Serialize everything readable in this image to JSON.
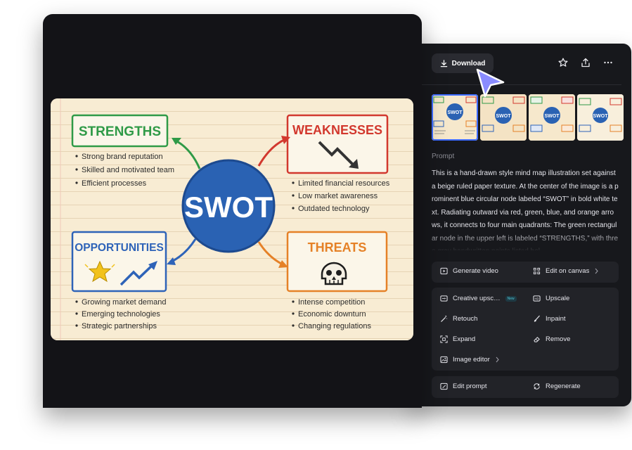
{
  "toolbar": {
    "download_label": "Download",
    "download_icon": "download-icon",
    "icons": [
      "star-icon",
      "share-icon",
      "more-icon"
    ]
  },
  "prompt": {
    "label": "Prompt",
    "text": "This is a hand-drawn style mind map illustration set against a beige ruled paper texture. At the center of the image is a prominent blue circular node labeled “SWOT” in bold white text. Radiating outward via red, green, blue, and orange arrows, it connects to four main quadrants: The green rectangular node in the upper left is labeled “STRENGTHS,” with three gray handwritten points listed bel"
  },
  "actions": {
    "generate_video": "Generate video",
    "edit_on_canvas": "Edit on canvas",
    "creative_upscale": "Creative upsc…",
    "new_badge": "New",
    "upscale": "Upscale",
    "retouch": "Retouch",
    "inpaint": "Inpaint",
    "expand": "Expand",
    "remove": "Remove",
    "image_editor": "Image editor",
    "edit_prompt": "Edit prompt",
    "regenerate": "Regenerate"
  },
  "swot": {
    "center": "SWOT",
    "strengths": {
      "title": "STRENGTHS",
      "items": [
        "Strong brand reputation",
        "Skilled and motivated team",
        "Efficient processes"
      ]
    },
    "weaknesses": {
      "title": "WEAKNESSES",
      "items": [
        "Limited financial resources",
        "Low market awareness",
        "Outdated technology"
      ]
    },
    "opportunities": {
      "title": "OPPORTUNITIES",
      "items": [
        "Growing market demand",
        "Emerging technologies",
        "Strategic partnerships"
      ]
    },
    "threats": {
      "title": "THREATS",
      "items": [
        "Intense competition",
        "Economic downturn",
        "Changing regulations"
      ]
    }
  },
  "thumbnails": {
    "count": 4,
    "selected_index": 0,
    "thumb_labels": [
      "SWOT",
      "SWOT",
      "SWOT",
      "SWOT"
    ]
  },
  "colors": {
    "strengths": "#2f9a47",
    "weaknesses": "#d2382e",
    "opportunities": "#2e63b8",
    "threats": "#e58127",
    "center": "#2a62b3",
    "selected_outline": "#3d6bff",
    "cursor": "#8a8cff"
  }
}
